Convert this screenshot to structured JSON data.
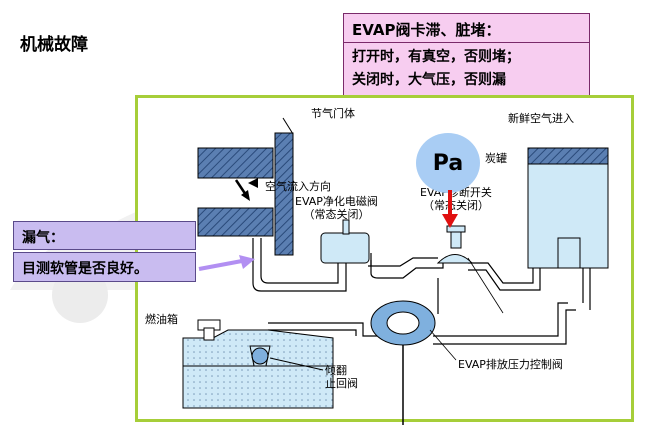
{
  "slide": {
    "title": "机械故障",
    "top_box": {
      "heading": "EVAP阀卡滞、脏堵：",
      "line1": "打开时，有真空，否则堵；",
      "line2": "关闭时，大气压，否则漏"
    },
    "leak_box": {
      "heading": "漏气：",
      "text": "目测软管是否良好。"
    },
    "pa_label": "Pa",
    "accent_colors": {
      "frame": "#a6ce39",
      "top_box": "#f7cdf0",
      "leak_box": "#c9bcf0",
      "pa_bubble": "#a9cdf4",
      "canister_fill": "#cfe9f7",
      "arrow_red": "#e01010",
      "arrow_purple": "#b28ff2"
    }
  },
  "diagram": {
    "throttle_body": "节气门体",
    "air_flow": "空气流入方向",
    "purge_solenoid_line1": "EVAP净化电磁阀",
    "purge_solenoid_line2": "（常态关闭）",
    "shutoff_switch_line1": "EVAP诊断开关",
    "shutoff_switch_line2": "（常态关闭）",
    "canister": "炭罐",
    "fresh_air": "新鲜空气进入",
    "fuel_tank": "燃油箱",
    "rollover_valve_line1": "倾翻",
    "rollover_valve_line2": "止回阀",
    "pressure_valve": "EVAP排放压力控制阀"
  }
}
